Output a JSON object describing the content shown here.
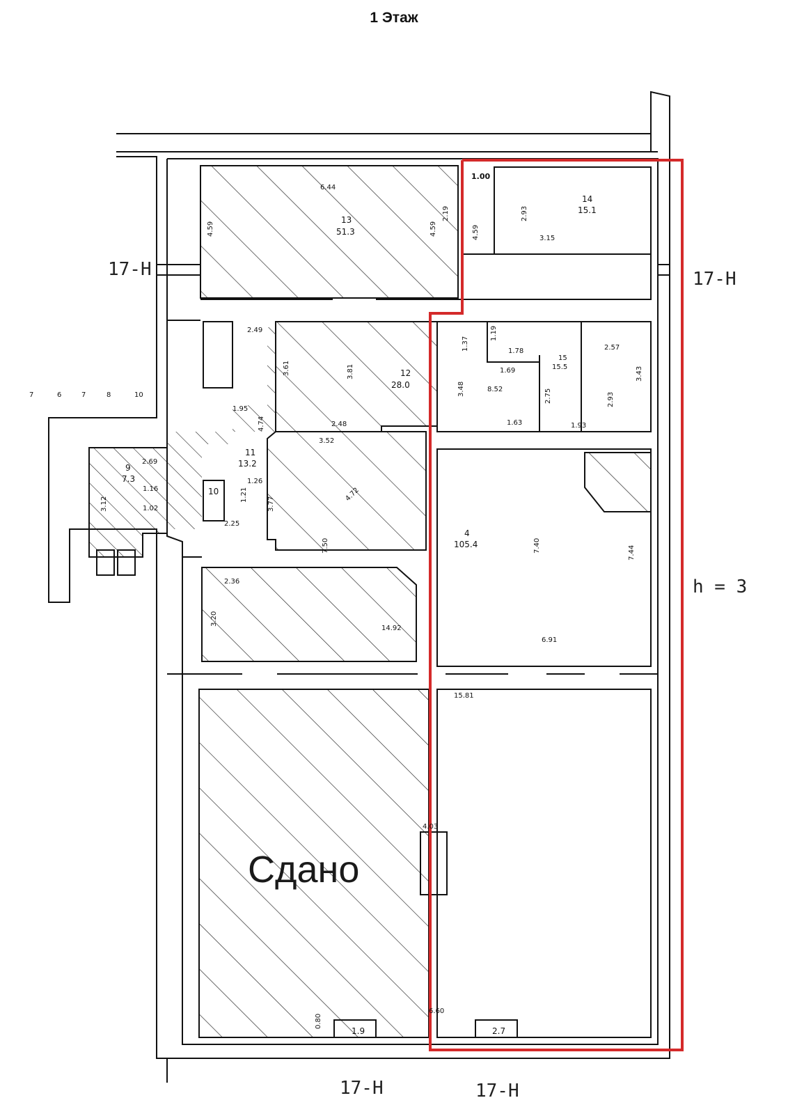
{
  "plan": {
    "title": "1 Этаж",
    "rented_label": "Сдано",
    "height_note": "h = 3",
    "facade_labels": [
      "17-Н",
      "17-Н",
      "17-Н",
      "17-Н"
    ],
    "highlight_color": "#d42a2a",
    "rooms": [
      {
        "number": "13",
        "area": "51.3",
        "dims": [
          "6.44",
          "4.59",
          "4.59",
          "2.19"
        ]
      },
      {
        "number": "14",
        "area": "15.1",
        "dims": [
          "1.00",
          "2.93",
          "3.15",
          "4.59"
        ]
      },
      {
        "number": "12",
        "area": "28.0",
        "dims": [
          "3.61",
          "3.81",
          "2.49",
          "2.48",
          "3.52"
        ]
      },
      {
        "number": "15",
        "area": "15.5",
        "dims": [
          "2.57",
          "3.43",
          "2.93",
          "1.93"
        ]
      },
      {
        "number": "",
        "area": "8.52",
        "dims": [
          "1.37",
          "1.19",
          "1.78",
          "1.69",
          "3.48",
          "1.63",
          "2.75"
        ]
      },
      {
        "number": "11",
        "area": "13.2",
        "dims": [
          "1.95",
          "4.74",
          "1.26",
          "4.72",
          "3.77"
        ]
      },
      {
        "number": "9",
        "area": "7.3",
        "dims": [
          "2.69",
          "1.16",
          "1.02",
          "3.12"
        ]
      },
      {
        "number": "10",
        "area": "",
        "dims": [
          "2.25",
          "1.21"
        ]
      },
      {
        "number": "4",
        "area": "105.4",
        "dims": [
          "7.40",
          "7.44",
          "6.91"
        ]
      },
      {
        "number": "",
        "area": "",
        "dims": [
          "2.36",
          "3.20",
          "14.92",
          "7.50"
        ]
      },
      {
        "number": "",
        "area": "",
        "dims": [
          "15.81",
          "4.03",
          "6.60",
          "0.80"
        ]
      }
    ],
    "stairs": [
      "1.9",
      "2.7"
    ],
    "small_units": [
      "7",
      "6",
      "7",
      "8",
      "10"
    ]
  }
}
